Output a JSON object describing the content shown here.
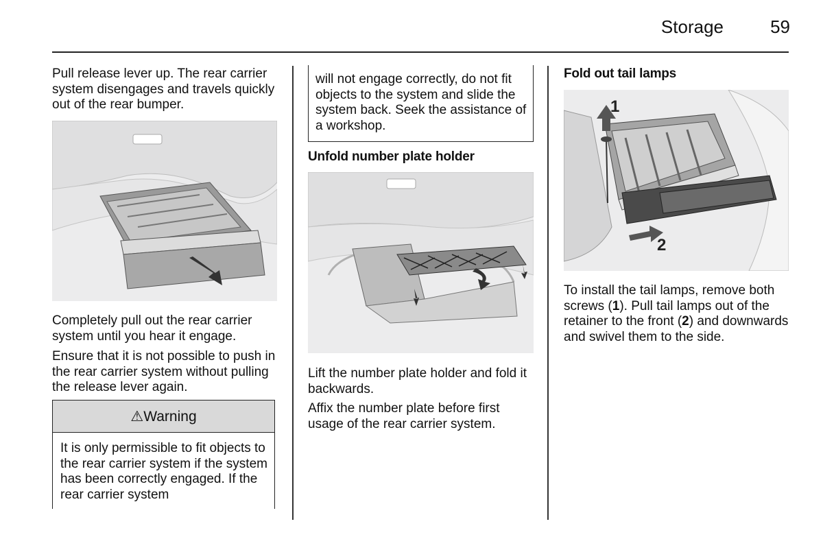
{
  "header": {
    "section": "Storage",
    "page_number": "59"
  },
  "col1": {
    "p1": "Pull release lever up. The rear carrier system disengages and travels quickly out of the rear bumper.",
    "p2": "Completely pull out the rear carrier system until you hear it engage.",
    "p3": "Ensure that it is not possible to push in the rear carrier system without pulling the release lever again.",
    "warning": {
      "title": "Warning",
      "text": "It is only permissible to fit objects to the rear carrier system if the system has been correctly engaged. If the rear carrier system"
    }
  },
  "col2": {
    "warning_continued": "will not engage correctly, do not fit objects to the system and slide the system back. Seek the assistance of a workshop.",
    "heading": "Unfold number plate holder",
    "p1": "Lift the number plate holder and fold it backwards.",
    "p2": "Affix the number plate before first usage of the rear carrier system."
  },
  "col3": {
    "heading": "Fold out tail lamps",
    "callout_1": "1",
    "callout_2": "2",
    "p1_part1": "To install the tail lamps, remove both screws (",
    "p1_num1": "1",
    "p1_part2": "). Pull tail lamps out of the retainer to the front (",
    "p1_num2": "2",
    "p1_part3": ") and downwards and swivel them to the side."
  }
}
